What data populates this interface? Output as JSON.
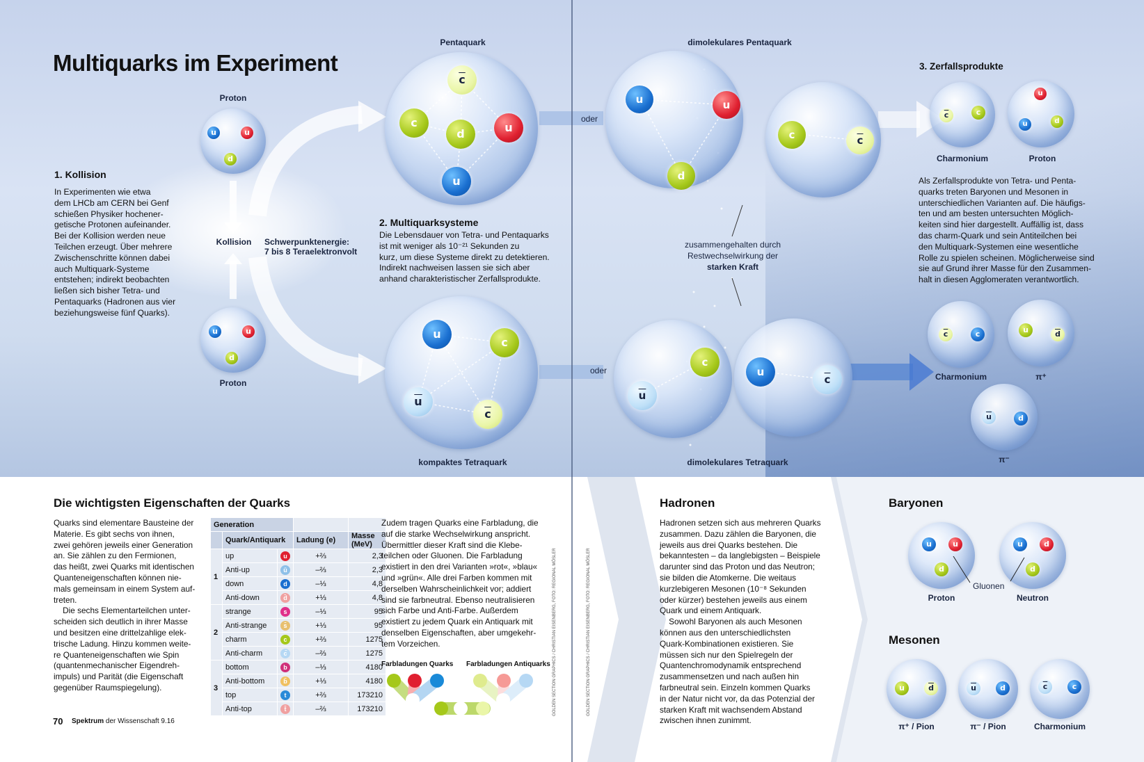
{
  "left": {
    "title": "Multiquarks im Experiment",
    "labels": {
      "proton_top": "Proton",
      "proton_bottom": "Proton",
      "kollision": "Kollision",
      "energy1": "Schwerpunktenergie:",
      "energy2": "7 bis 8 Teraelektronvolt",
      "pentaquark": "Pentaquark",
      "tetraquark": "kompaktes Tetraquark"
    },
    "section1": {
      "heading": "1. Kollision",
      "lines": [
        "In Experimenten wie etwa",
        "dem LHCb am CERN bei Genf",
        "schießen Physiker hochener-",
        "getische Protonen aufeinander.",
        "Bei der Kollision werden neue",
        "Teilchen erzeugt. Über mehrere",
        "Zwischenschritte können dabei",
        "auch Multiquark-Systeme",
        "entstehen; indirekt beobachten",
        "ließen sich bisher Tetra- und",
        "Pentaquarks (Hadronen aus vier",
        "beziehungsweise fünf Quarks)."
      ]
    },
    "section2": {
      "heading": "2. Multiquarksysteme",
      "lines": [
        "Die Lebensdauer von Tetra- und Pentaquarks",
        "ist mit weniger als 10⁻²¹ Sekunden zu",
        "kurz, um diese Systeme direkt zu detektieren.",
        "Indirekt nachweisen lassen sie sich aber",
        "anhand charakteristischer Zerfallsprodukte."
      ]
    }
  },
  "right": {
    "labels": {
      "dimol_penta": "dimolekulares Pentaquark",
      "dimol_tetra": "dimolekulares Tetraquark",
      "oder1": "oder",
      "oder2": "oder",
      "bound1": "zusammengehalten durch",
      "bound2": "Restwechselwirkung der",
      "bound3": "starken Kraft",
      "charmonium1": "Charmonium",
      "proton": "Proton",
      "charmonium2": "Charmonium",
      "pi_plus": "π⁺",
      "pi_minus": "π⁻"
    },
    "section3": {
      "heading": "3. Zerfallsprodukte",
      "lines": [
        "Als Zerfallsprodukte von Tetra- und Penta-",
        "quarks treten Baryonen und Mesonen in",
        "unterschiedlichen Varianten auf. Die häufigs-",
        "ten und am besten untersuchten Möglich-",
        "keiten sind hier dargestellt. Auffällig ist, dass",
        "das charm-Quark und sein Antiteilchen bei",
        "den Multiquark-Systemen eine wesentliche",
        "Rolle zu spielen scheinen. Möglicherweise sind",
        "sie auf Grund ihrer Masse für den Zusammen-",
        "halt in diesen Agglomeraten verantwortlich."
      ]
    }
  },
  "quarks_section": {
    "heading": "Die wichtigsten Eigenschaften der Quarks",
    "col1": [
      "Quarks sind elementare Bausteine der",
      "Materie. Es gibt sechs von ihnen,",
      "zwei gehören jeweils einer Generation",
      "an. Sie zählen zu den Fermionen,",
      "das heißt, zwei Quarks mit identischen",
      "Quanteneigenschaften können nie-",
      "mals gemeinsam in einem System auf-",
      "treten.",
      "    Die sechs Elementarteilchen unter-",
      "scheiden sich deutlich in ihrer Masse",
      "und besitzen eine drittelzahlige elek-",
      "trische Ladung. Hinzu kommen weite-",
      "re Quanteneigenschaften wie Spin",
      "(quantenmechanischer Eigendreh-",
      "impuls) und Parität (die Eigenschaft",
      "gegenüber Raumspiegelung)."
    ],
    "col3": [
      "Zudem tragen Quarks eine Farbladung, die",
      "auf die starke Wechselwirkung anspricht.",
      "Übermittler dieser Kraft sind die Klebe-",
      "teilchen oder Gluonen. Die Farbladung",
      "existiert in den drei Varianten »rot«, »blau«",
      "und »grün«. Alle drei Farben kommen mit",
      "derselben Wahrscheinlichkeit vor; addiert",
      "sind sie farbneutral. Ebenso neutralisieren",
      "sich Farbe und Anti-Farbe. Außerdem",
      "existiert zu jedem Quark ein Antiquark mit",
      "denselben Eigenschaften, aber umgekehr-",
      "tem Vorzeichen."
    ],
    "color_labels": [
      "Farbladungen Quarks",
      "Farbladungen Antiquarks"
    ],
    "table": {
      "headers": [
        "Generation",
        "Quark/Antiquark",
        "Ladung (e)",
        "Masse (MeV)"
      ],
      "rows": [
        {
          "gen": "1",
          "name": "up",
          "sym": "u",
          "charge": "+⅔",
          "mass": "2,3"
        },
        {
          "gen": "",
          "name": "Anti-up",
          "sym": "ū",
          "charge": "–⅔",
          "mass": "2,3"
        },
        {
          "gen": "",
          "name": "down",
          "sym": "d",
          "charge": "–⅓",
          "mass": "4,8"
        },
        {
          "gen": "",
          "name": "Anti-down",
          "sym": "d̄",
          "charge": "+⅓",
          "mass": "4,8"
        },
        {
          "gen": "2",
          "name": "strange",
          "sym": "s",
          "charge": "–⅓",
          "mass": "95"
        },
        {
          "gen": "",
          "name": "Anti-strange",
          "sym": "s̄",
          "charge": "+⅓",
          "mass": "95"
        },
        {
          "gen": "",
          "name": "charm",
          "sym": "c",
          "charge": "+⅔",
          "mass": "1275"
        },
        {
          "gen": "",
          "name": "Anti-charm",
          "sym": "c̄",
          "charge": "–⅔",
          "mass": "1275"
        },
        {
          "gen": "3",
          "name": "bottom",
          "sym": "b",
          "charge": "–⅓",
          "mass": "4180"
        },
        {
          "gen": "",
          "name": "Anti-bottom",
          "sym": "b̄",
          "charge": "+⅓",
          "mass": "4180"
        },
        {
          "gen": "",
          "name": "top",
          "sym": "t",
          "charge": "+⅔",
          "mass": "173210"
        },
        {
          "gen": "",
          "name": "Anti-top",
          "sym": "t̄",
          "charge": "–⅔",
          "mass": "173210"
        }
      ]
    },
    "footer": {
      "page": "70",
      "magazine": "Spektrum",
      "magazine_rest": "der Wissenschaft",
      "issue": "9.16"
    }
  },
  "hadronen": {
    "heading": "Hadronen",
    "lines": [
      "Hadronen setzen sich aus mehreren Quarks",
      "zusammen. Dazu zählen die Baryonen, die",
      "jeweils aus drei Quarks bestehen. Die",
      "bekanntesten – da langlebigsten – Beispiele",
      "darunter sind das Proton und das Neutron;",
      "sie bilden die Atomkerne. Die weitaus",
      "kurzlebigeren Mesonen (10⁻⁸ Sekunden",
      "oder kürzer) bestehen jeweils aus einem",
      "Quark und einem Antiquark.",
      "    Sowohl Baryonen als auch Mesonen",
      "können aus den unterschiedlichsten",
      "Quark-Kombinationen existieren. Sie",
      "müssen sich nur den Spielregeln der",
      "Quantenchromodynamik entsprechend",
      "zusammensetzen und nach außen hin",
      "farbneutral sein. Einzeln kommen Quarks",
      "in der Natur nicht vor, da das Potenzial der",
      "starken Kraft mit wachsendem Abstand",
      "zwischen ihnen zunimmt."
    ],
    "baryonen": {
      "heading": "Baryonen",
      "proton": "Proton",
      "neutron": "Neutron",
      "gluonen": "Gluonen"
    },
    "mesonen": {
      "heading": "Mesonen",
      "pion_plus": "π⁺ / Pion",
      "pion_minus": "π⁻ / Pion",
      "charmonium": "Charmonium"
    }
  },
  "credits": {
    "left": "GOLDEN SECTION GRAPHICS / CHRISTIAN EISENBERG, FOTO: REGIONAL MÖSLER",
    "right": "GOLDEN SECTION GRAPHICS / CHRISTIAN EISENBERG, FOTO: REGIONAL MÖSLER"
  },
  "colors": {
    "blue": "#1a6fd0",
    "red": "#e02030",
    "green": "#a5c81a",
    "bg_top": "#c6d3ec"
  }
}
